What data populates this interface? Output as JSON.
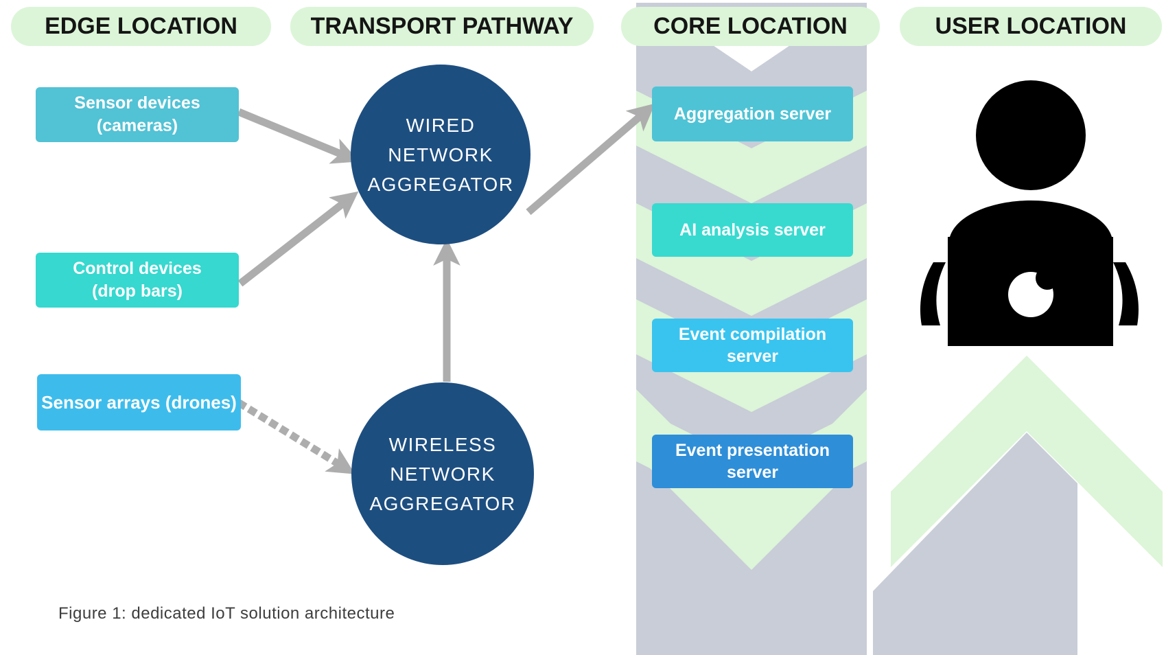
{
  "headers": [
    {
      "label": "EDGE LOCATION"
    },
    {
      "label": "TRANSPORT PATHWAY"
    },
    {
      "label": "CORE LOCATION"
    },
    {
      "label": "USER LOCATION"
    }
  ],
  "edge_devices": [
    {
      "line1": "Sensor devices",
      "line2": "(cameras)",
      "color": "#52c2d5"
    },
    {
      "line1": "Control devices",
      "line2": "(drop bars)",
      "color": "#36d8cf"
    },
    {
      "line1": "Sensor arrays (drones)",
      "line2": "",
      "color": "#3dbcec"
    }
  ],
  "aggregators": [
    {
      "line1": "WIRED",
      "line2": "NETWORK",
      "line3": "AGGREGATOR",
      "color": "#1d4e80"
    },
    {
      "line1": "WIRELESS",
      "line2": "NETWORK",
      "line3": "AGGREGATOR",
      "color": "#1d4e80"
    }
  ],
  "core_servers": [
    {
      "line1": "Aggregation server",
      "line2": "",
      "color": "#4ec3d5"
    },
    {
      "line1": "AI analysis server",
      "line2": "",
      "color": "#38dad0"
    },
    {
      "line1": "Event compilation",
      "line2": "server",
      "color": "#39c4ef"
    },
    {
      "line1": "Event presentation",
      "line2": "server",
      "color": "#2e8ed8"
    }
  ],
  "caption": "Figure 1: dedicated IoT solution architecture",
  "icons": {
    "user_icon": "person-at-laptop-icon"
  },
  "colors": {
    "badge_green": "#dcf5d8",
    "chevron_green": "#ddf5d8",
    "column_gray": "#c8cdd8",
    "arrow_gray": "#adadad",
    "circle_blue": "#1d4e80",
    "person_black": "#000000"
  }
}
